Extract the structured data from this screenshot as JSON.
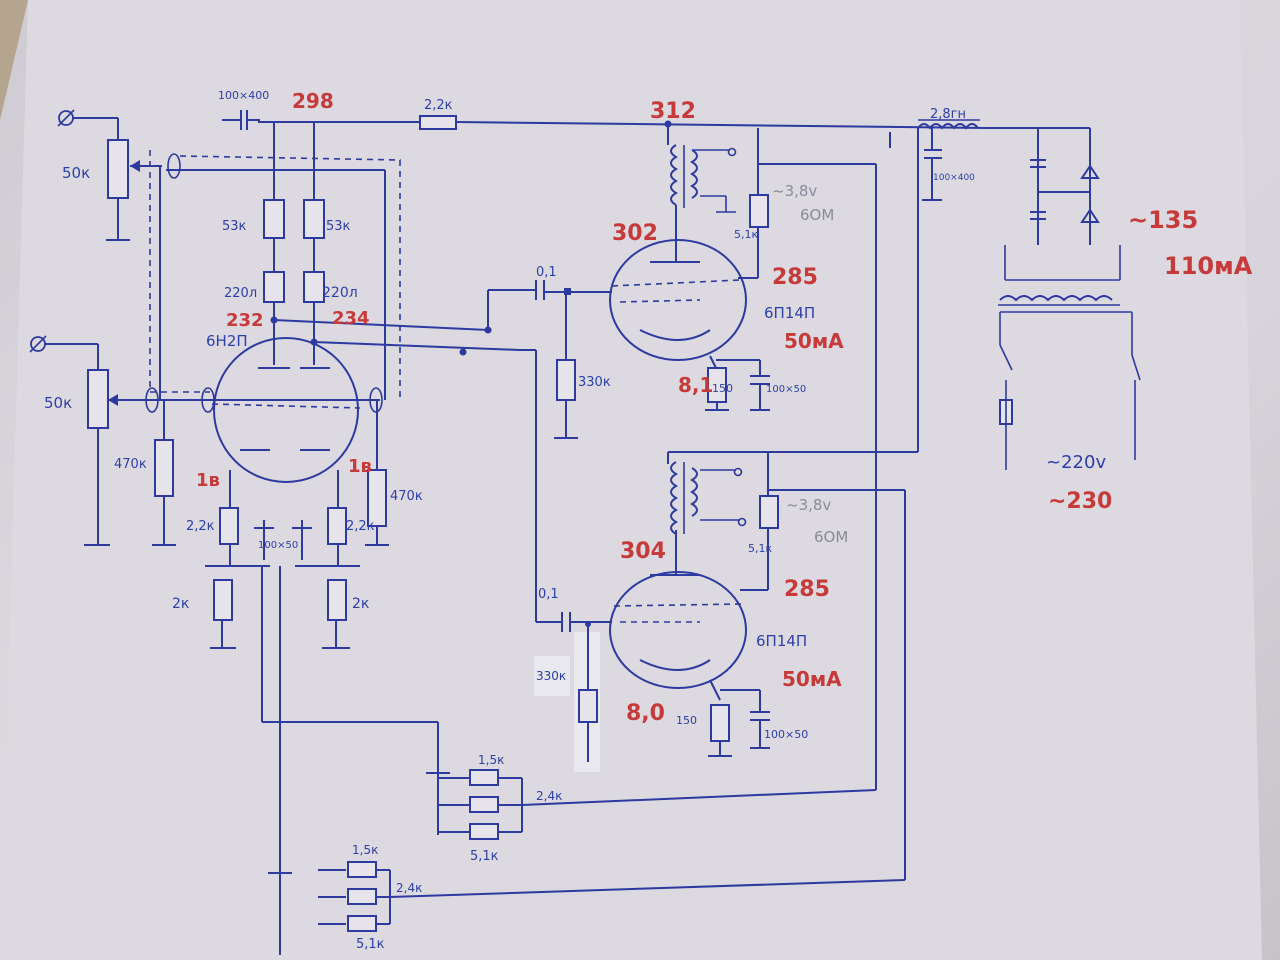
{
  "labels": {
    "cap_input": "100×400",
    "v298": "298",
    "r_2k2_top": "2,2к",
    "v312": "312",
    "choke": "2,8гн",
    "cap_filter": "100×400",
    "pot_top": "50к",
    "pot_bottom": "50к",
    "r53_left": "53к",
    "r53_right": "53к",
    "r220_left": "220л",
    "r220_right": "220л",
    "v232": "232",
    "v234": "234",
    "tube_driver": "6Н2П",
    "r470_left": "470к",
    "r470_right": "470к",
    "v1_left": "1в",
    "v1_right": "1в",
    "r2k2_left": "2,2к",
    "r2k2_right": "2,2к",
    "cap_cathode": "100×50",
    "trim_left": "2к",
    "trim_right": "2к",
    "v302": "302",
    "cap01_top": "0,1",
    "r330_top": "330к",
    "v285_top": "285",
    "tube_top": "6П14П",
    "ma_top": "50мА",
    "heater_top": "~3,8v",
    "ohm_top": "6ОМ",
    "r5k1_top": "5,1к",
    "v81": "8,1",
    "r150_top": "150",
    "cap_top_k": "100×50",
    "v135": "~135",
    "ma110": "110мА",
    "mains220": "~220v",
    "mains230": "~230",
    "v304": "304",
    "cap01_bot": "0,1",
    "r330_bot": "330к",
    "v285_bot": "285",
    "tube_bot": "6П14П",
    "ma_bot": "50мА",
    "heater_bot": "~3,8v",
    "ohm_bot": "6ОМ",
    "r5k1_bot": "5,1к",
    "v80": "8,0",
    "r150_bot": "150",
    "cap_bot_k": "100×50",
    "fb1_r1": "1,5к",
    "fb1_r2": "2,4к",
    "fb1_r3": "5,1к",
    "fb2_r1": "1,5к",
    "fb2_r2": "2,4к",
    "fb2_r3": "5,1к"
  },
  "colors": {
    "ink": "#2d3aa0",
    "pencil_red": "#c63a3a",
    "pencil_gray": "#8a8a9a",
    "paper": "#d8d5dc"
  }
}
